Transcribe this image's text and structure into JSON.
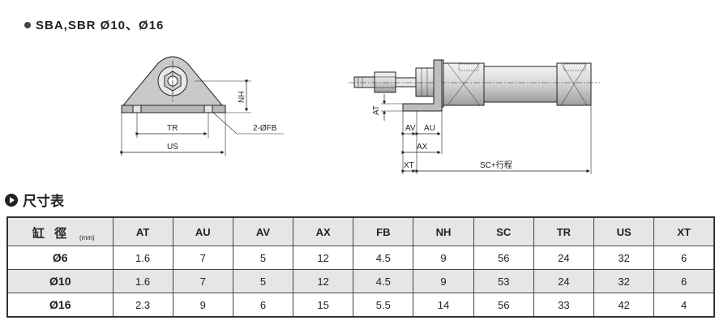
{
  "title": "SBA,SBR  Ø10、Ø16",
  "section_title": "尺寸表",
  "drawing_labels": {
    "tr": "TR",
    "us": "US",
    "nh": "NH",
    "fb": "2-ØFB",
    "at": "AT",
    "av": "AV",
    "au": "AU",
    "ax": "AX",
    "xt": "XT",
    "sc": "SC+行程"
  },
  "table": {
    "bore_label": "缸 徑",
    "unit": "(mm)",
    "columns": [
      "AT",
      "AU",
      "AV",
      "AX",
      "FB",
      "NH",
      "SC",
      "TR",
      "US",
      "XT"
    ],
    "rows": [
      {
        "bore": "Ø6",
        "values": [
          "1.6",
          "7",
          "5",
          "12",
          "4.5",
          "9",
          "56",
          "24",
          "32",
          "6"
        ]
      },
      {
        "bore": "Ø10",
        "values": [
          "1.6",
          "7",
          "5",
          "12",
          "4.5",
          "9",
          "53",
          "24",
          "32",
          "6"
        ]
      },
      {
        "bore": "Ø16",
        "values": [
          "2.3",
          "9",
          "6",
          "15",
          "5.5",
          "14",
          "56",
          "33",
          "42",
          "4"
        ]
      }
    ]
  }
}
